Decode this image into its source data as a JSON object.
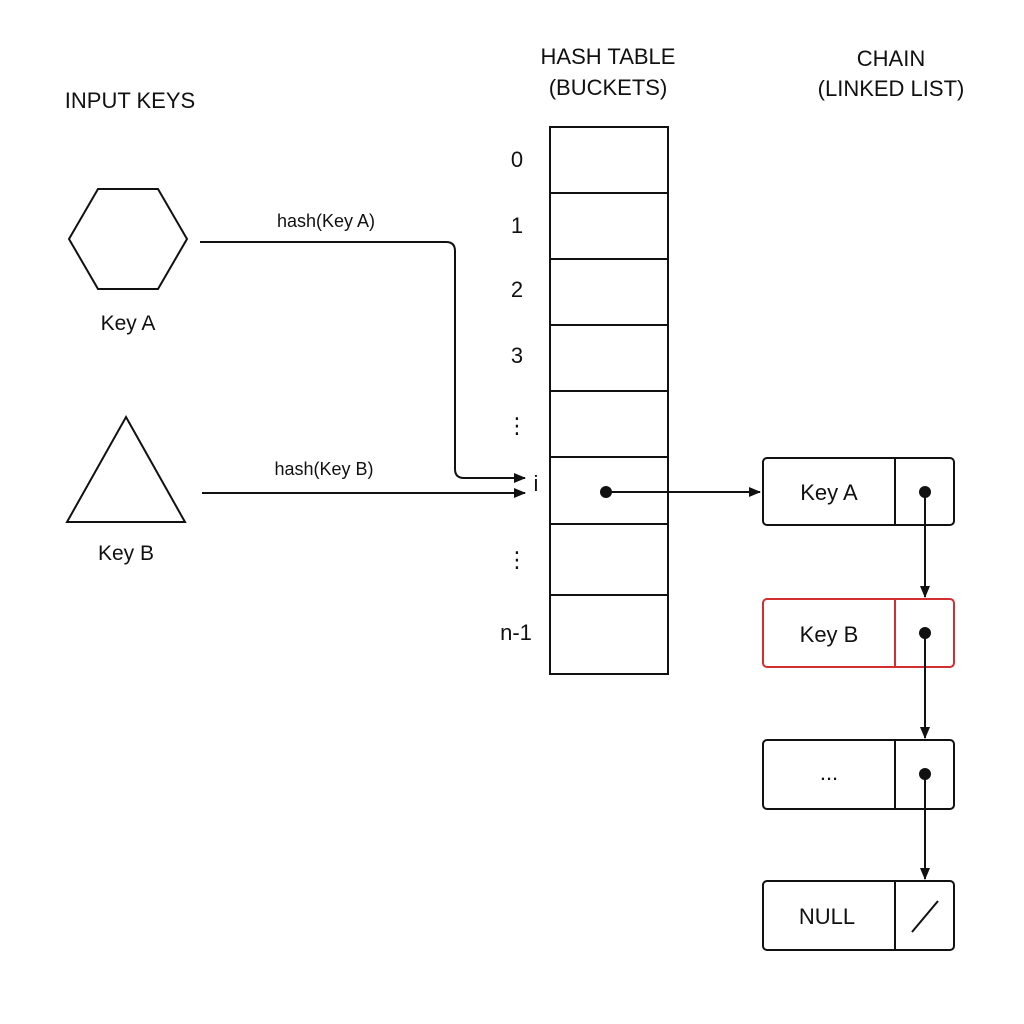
{
  "headers": {
    "input_keys": "INPUT KEYS",
    "hash_table_line1": "HASH TABLE",
    "hash_table_line2": "(BUCKETS)",
    "chain_line1": "CHAIN",
    "chain_line2": "(LINKED LIST)"
  },
  "keys": {
    "key_a_label": "Key A",
    "key_b_label": "Key B",
    "hash_a_label": "hash(Key A)",
    "hash_b_label": "hash(Key B)"
  },
  "bucket_indices": {
    "i0": "0",
    "i1": "1",
    "i2": "2",
    "i3": "3",
    "dots_upper": "⋮",
    "ii": "i",
    "dots_lower": "⋮",
    "n_minus_1": "n-1"
  },
  "chain_nodes": {
    "node1": "Key A",
    "node2": "Key B",
    "node3": "...",
    "node4": "NULL"
  },
  "colors": {
    "stroke": "#111111",
    "highlight": "#d32f2f"
  }
}
